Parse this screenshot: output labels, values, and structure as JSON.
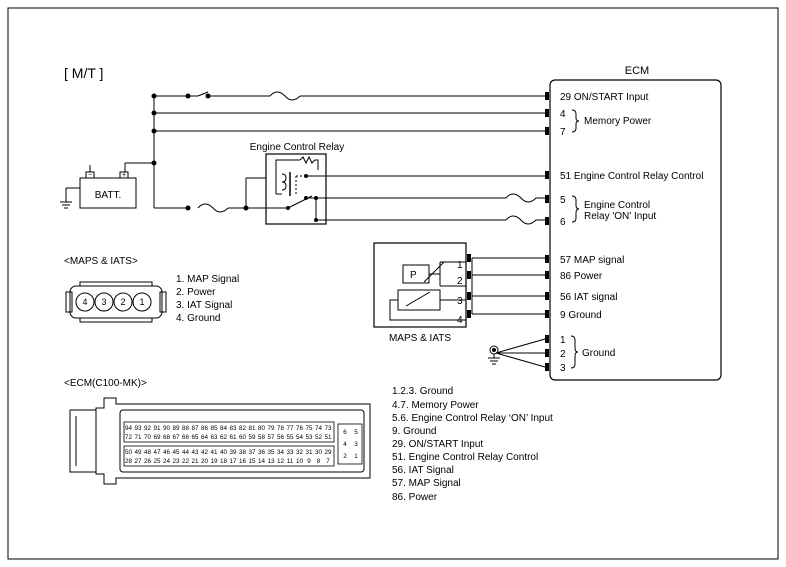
{
  "header": {
    "mode_label": "[ M/T ]"
  },
  "ecm": {
    "title": "ECM",
    "pins": [
      "29 ON/START Input",
      "4",
      "7",
      "51 Engine Control Relay Control",
      "5",
      "6",
      "57 MAP signal",
      "86 Power",
      "56 IAT signal",
      "9 Ground",
      "1",
      "2",
      "3"
    ],
    "memory_power_label": "Memory Power",
    "relay_on_label_1": "Engine Control",
    "relay_on_label_2": "Relay 'ON' Input",
    "ground_label": "Ground"
  },
  "battery": {
    "label": "BATT.",
    "neg_symbol": "−",
    "pos_symbol": "+"
  },
  "relay": {
    "title": "Engine Control Relay"
  },
  "sensor": {
    "name": "MAPS & IATS",
    "p_label": "P",
    "pins": [
      "1",
      "2",
      "3",
      "4"
    ]
  },
  "maps_connector": {
    "title": "<MAPS & IATS>",
    "pin_numbers": [
      "4",
      "3",
      "2",
      "1"
    ],
    "legend": [
      "1. MAP Signal",
      "2. Power",
      "3. IAT Signal",
      "4. Ground"
    ]
  },
  "ecm_connector": {
    "title": "<ECM(C100-MK)>",
    "row1": [
      "94",
      "93",
      "92",
      "91",
      "90",
      "89",
      "88",
      "87",
      "86",
      "85",
      "84",
      "83",
      "82",
      "81",
      "80",
      "79",
      "78",
      "77",
      "76",
      "75",
      "74",
      "73"
    ],
    "row2": [
      "72",
      "71",
      "70",
      "69",
      "68",
      "67",
      "66",
      "65",
      "64",
      "63",
      "62",
      "61",
      "60",
      "59",
      "58",
      "57",
      "56",
      "55",
      "54",
      "53",
      "52",
      "51"
    ],
    "row3": [
      "50",
      "49",
      "48",
      "47",
      "46",
      "45",
      "44",
      "43",
      "42",
      "41",
      "40",
      "39",
      "38",
      "37",
      "36",
      "35",
      "34",
      "33",
      "32",
      "31",
      "30",
      "29"
    ],
    "row4": [
      "28",
      "27",
      "26",
      "25",
      "24",
      "23",
      "22",
      "21",
      "20",
      "19",
      "18",
      "17",
      "16",
      "15",
      "14",
      "13",
      "12",
      "11",
      "10",
      "9",
      "8",
      "7"
    ],
    "side": [
      "6",
      "5",
      "4",
      "3",
      "2",
      "1"
    ],
    "legend": [
      "1.2.3. Ground",
      "4.7. Memory Power",
      "5.6. Engine Control Relay ‘ON’ Input",
      "9. Ground",
      "29. ON/START Input",
      "51. Engine Control Relay Control",
      "56. IAT Signal",
      "57. MAP Signal",
      "86. Power"
    ]
  }
}
